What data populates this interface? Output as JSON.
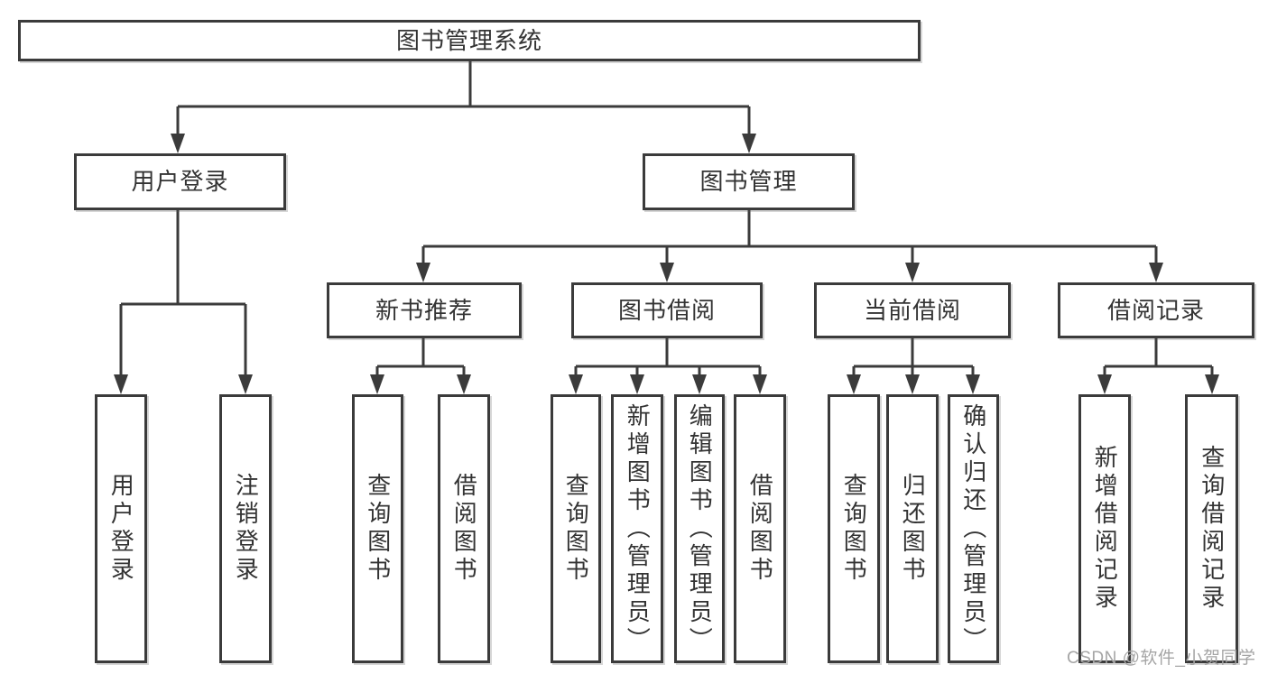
{
  "diagram": {
    "title": "图书管理系统",
    "login": {
      "label": "用户登录",
      "children": [
        {
          "label": "用户登录"
        },
        {
          "label": "注销登录"
        }
      ]
    },
    "management": {
      "label": "图书管理",
      "sections": [
        {
          "label": "新书推荐",
          "children": [
            {
              "label": "查询图书"
            },
            {
              "label": "借阅图书"
            }
          ]
        },
        {
          "label": "图书借阅",
          "children": [
            {
              "label": "查询图书"
            },
            {
              "label": "新增图书（管理员）"
            },
            {
              "label": "编辑图书（管理员）"
            },
            {
              "label": "借阅图书"
            }
          ]
        },
        {
          "label": "当前借阅",
          "children": [
            {
              "label": "查询图书"
            },
            {
              "label": "归还图书"
            },
            {
              "label": "确认归还（管理员）"
            }
          ]
        },
        {
          "label": "借阅记录",
          "children": [
            {
              "label": "新增借阅记录"
            },
            {
              "label": "查询借阅记录"
            }
          ]
        }
      ]
    }
  },
  "watermark": "CSDN @软件_小贺同学",
  "colors": {
    "line": "#3b3b3b",
    "text": "#333333",
    "watermark_gray": "#a5a5a5",
    "background": "#ffffff"
  }
}
